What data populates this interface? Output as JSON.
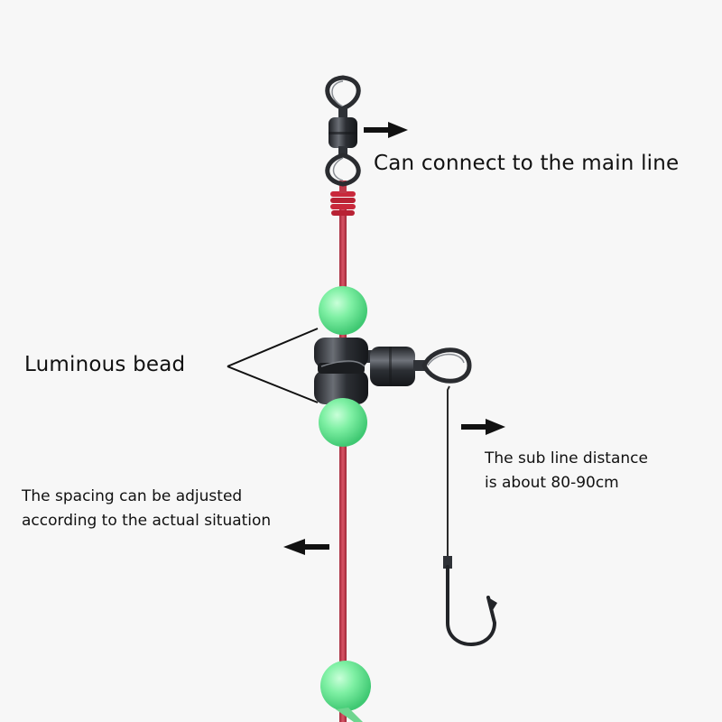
{
  "labels": {
    "main_line": "Can connect to the main line",
    "luminous_bead": "Luminous bead",
    "spacing": {
      "line1": "The spacing can be adjusted",
      "line2": "according to the actual situation"
    },
    "sub_line": {
      "line1": "The sub line distance",
      "line2": "is about 80-90cm"
    }
  },
  "colors": {
    "background": "#f7f7f7",
    "main_line": "#c0394a",
    "bead_green": "#74e59a",
    "swivel_metal": "#3a3d42",
    "wire": "#2b2b2b",
    "arrow": "#111111"
  }
}
